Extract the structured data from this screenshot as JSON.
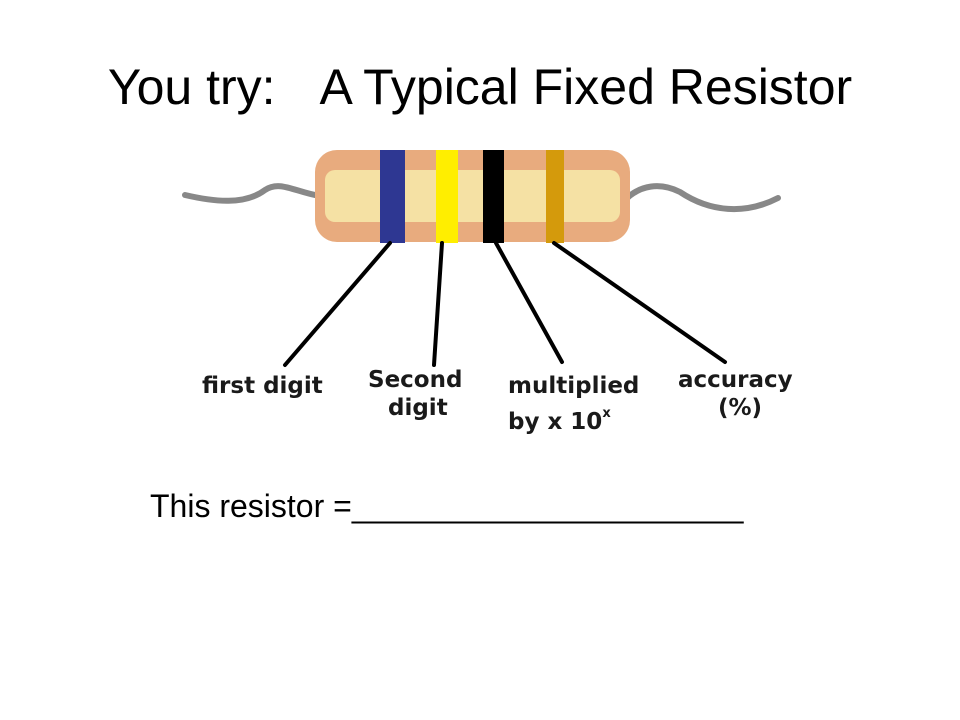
{
  "slide": {
    "title_prefix": "You try:",
    "title_main": "A Typical Fixed Resistor",
    "answer_text": "This resistor =______________________"
  },
  "resistor": {
    "body_color": "#e8ab7e",
    "core_color": "#f5e1a4",
    "lead_color": "#888888",
    "bands": [
      {
        "name": "first-band",
        "color": "#2e3792"
      },
      {
        "name": "second-band",
        "color": "#ffee00"
      },
      {
        "name": "multiplier-band",
        "color": "#000000"
      },
      {
        "name": "tolerance-band",
        "color": "#d49a0c"
      }
    ]
  },
  "labels": {
    "first_digit": "first digit",
    "second_line1": "Second",
    "second_line2": "digit",
    "multiplied_line1": "multiplied",
    "multiplied_line2": "by x 10",
    "multiplied_sup": "x",
    "accuracy_line1": "accuracy",
    "accuracy_line2": "(%)"
  }
}
